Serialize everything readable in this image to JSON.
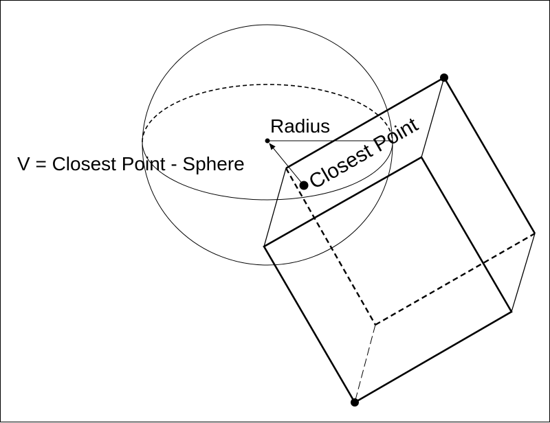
{
  "labels": {
    "radius": "Radius",
    "closest_point": "Closest Point",
    "vector_formula": "V = Closest Point - Sphere"
  },
  "colors": {
    "stroke": "#000000",
    "background": "#ffffff"
  }
}
